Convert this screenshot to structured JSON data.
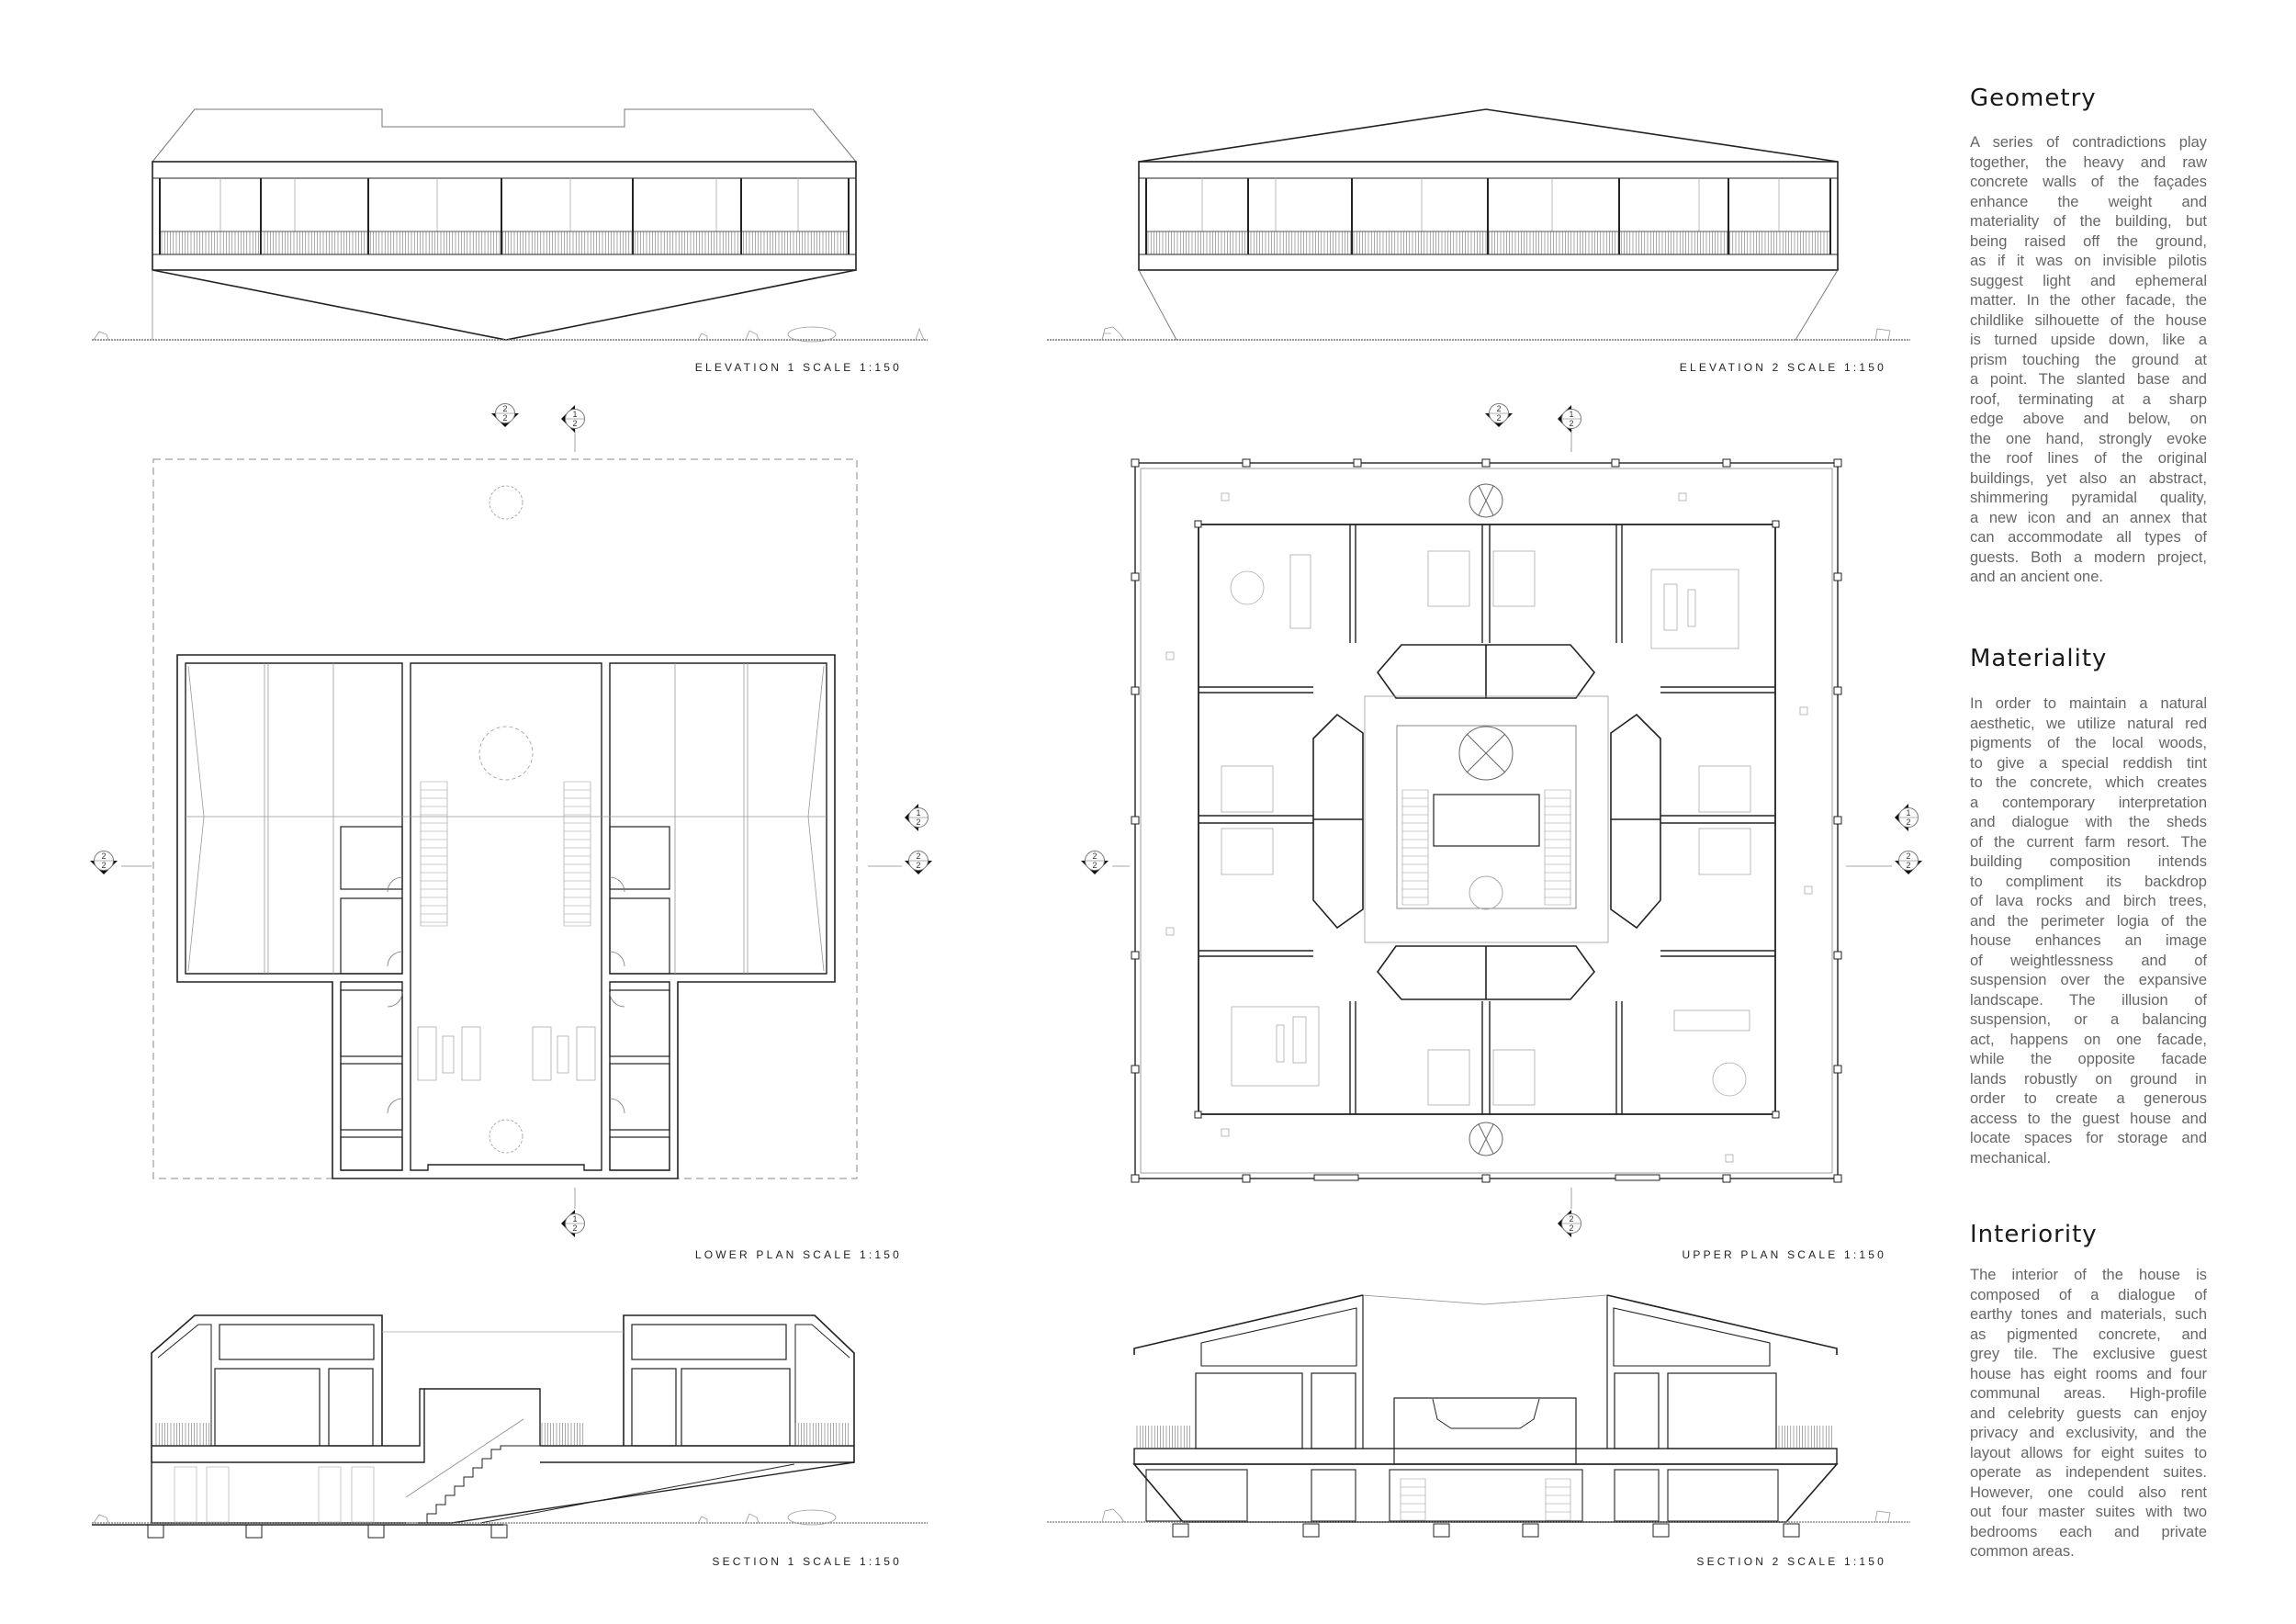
{
  "drawing_labels": {
    "elevation_1": "ELEVATION 1 SCALE 1:150",
    "elevation_2": "ELEVATION 2 SCALE 1:150",
    "lower_plan": "LOWER PLAN SCALE 1:150",
    "upper_plan": "UPPER PLAN  SCALE 1:150",
    "section_1": "SECTION 1 SCALE 1:150",
    "section_2": "SECTION 2 SCALE 1:150"
  },
  "section_markers": [
    {
      "top": "2",
      "bottom": "2"
    },
    {
      "top": "1",
      "bottom": "2"
    },
    {
      "top": "2",
      "bottom": "2"
    },
    {
      "top": "1",
      "bottom": "2"
    },
    {
      "top": "2",
      "bottom": "2"
    },
    {
      "top": "1",
      "bottom": "2"
    },
    {
      "top": "2",
      "bottom": "2"
    },
    {
      "top": "1",
      "bottom": "2"
    },
    {
      "top": "2",
      "bottom": "2"
    },
    {
      "top": "1",
      "bottom": "2"
    },
    {
      "top": "2",
      "bottom": "2"
    },
    {
      "top": "2",
      "bottom": "2"
    }
  ],
  "text_sections": [
    {
      "heading": "Geometry",
      "lines": [
        "A series of contradictions play",
        "together, the heavy and raw",
        "concrete walls of the façades",
        "enhance the weight and",
        "materiality of the building, but",
        "being raised off the ground,",
        "as if it was on invisible pilotis",
        "suggest light and ephemeral",
        "matter. In the other facade, the",
        "childlike silhouette of the house",
        "is turned upside down, like a",
        "prism touching the ground at",
        "a point. The slanted base and",
        "roof, terminating at a sharp",
        "edge above and below, on",
        "the one hand, strongly evoke",
        "the roof lines of the original",
        "buildings, yet also an abstract,",
        "shimmering pyramidal quality,",
        "a new icon and an annex that",
        "can accommodate all types of",
        "guests. Both a modern project,",
        "and an ancient one."
      ]
    },
    {
      "heading": "Materiality",
      "lines": [
        "In order to maintain a natural",
        "aesthetic, we utilize natural red",
        "pigments of the local woods,",
        "to give a special reddish tint",
        "to the concrete, which creates",
        "a contemporary interpretation",
        "and dialogue with the sheds",
        "of the current farm resort. The",
        "building composition intends",
        "to compliment its backdrop",
        "of lava rocks and birch trees,",
        "and the perimeter logia of the",
        "house enhances an image",
        "of weightlessness and of",
        "suspension over the expansive",
        "landscape. The illusion of",
        "suspension, or a balancing",
        "act, happens on one facade,",
        "while the opposite facade",
        "lands robustly on ground in",
        "order to create a generous",
        "access to the guest house and",
        "locate spaces for storage and",
        "mechanical."
      ]
    },
    {
      "heading": "Interiority",
      "lines": [
        "The interior of the house is",
        "composed of a dialogue of",
        "earthy tones and materials, such",
        "as pigmented concrete, and",
        "grey tile. The exclusive guest",
        "house has eight rooms and four",
        "communal areas. High-profile",
        "and celebrity guests can enjoy",
        "privacy and exclusivity, and the",
        "layout allows for eight suites to",
        "operate as independent suites.",
        "However, one could also rent",
        "out four master suites with two",
        "bedrooms each and private",
        "common areas."
      ]
    }
  ]
}
